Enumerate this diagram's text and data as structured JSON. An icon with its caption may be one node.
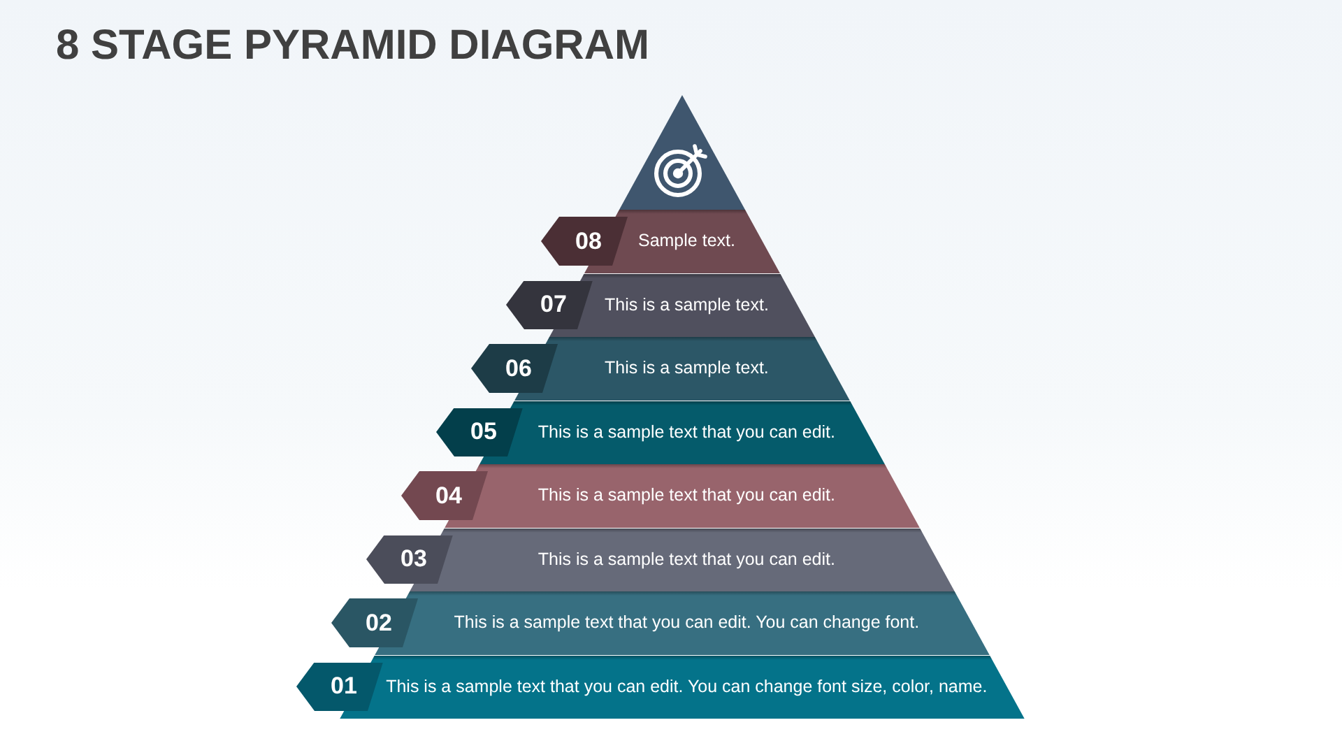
{
  "diagram": {
    "title": "8 STAGE PYRAMID DIAGRAM",
    "nodes": [
      {
        "text": [],
        "shape": "triangle"
      },
      {
        "text": [
          "08"
        ]
      },
      {
        "text": [
          "Sample text."
        ]
      },
      {
        "text": [
          "07"
        ]
      },
      {
        "text": [
          "This is a sample text."
        ]
      },
      {
        "text": [
          "06"
        ]
      },
      {
        "text": [
          "This is a sample text."
        ]
      },
      {
        "text": [
          "05"
        ]
      },
      {
        "text": [
          "This is a sample text that you can edit."
        ]
      },
      {
        "text": [
          "04"
        ]
      },
      {
        "text": [
          "This is a sample text that you can edit."
        ]
      },
      {
        "text": [
          "03"
        ]
      },
      {
        "text": [
          "This is a sample text that you can edit."
        ]
      },
      {
        "text": [
          "02"
        ]
      },
      {
        "text": [
          "This is a sample text that you can edit. You can change font."
        ]
      },
      {
        "text": [
          "01"
        ]
      },
      {
        "text": [
          "This is a sample text that you can edit. You can change font size, color, name."
        ]
      }
    ]
  }
}
